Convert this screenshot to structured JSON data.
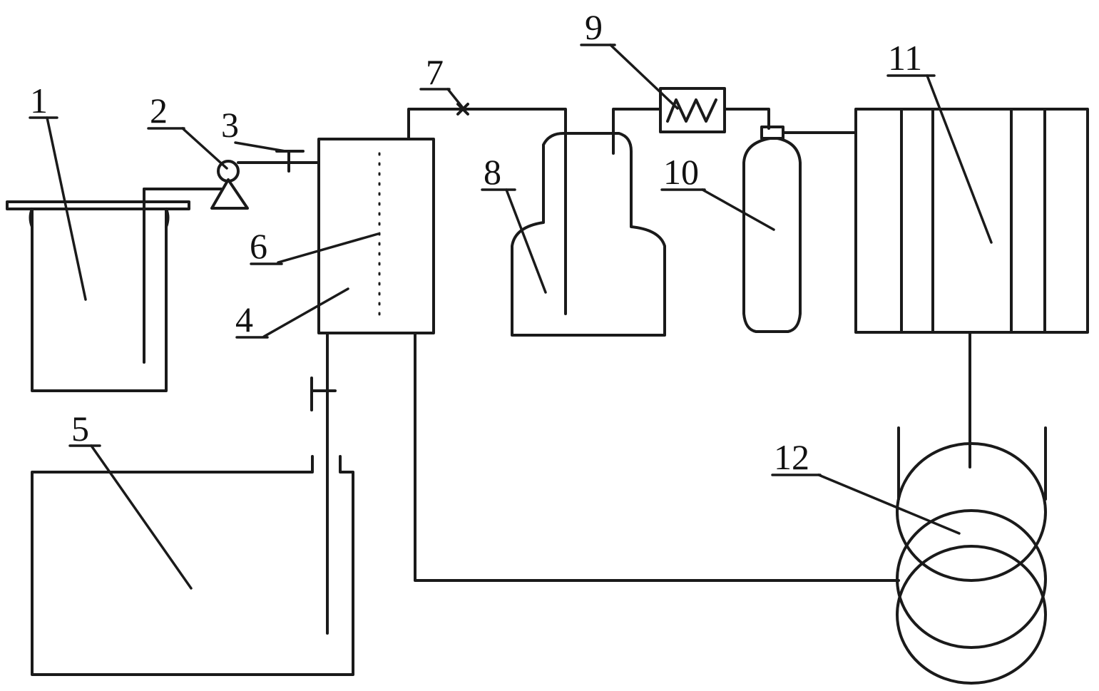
{
  "labels": {
    "c1": "1",
    "c2": "2",
    "c3": "3",
    "c4": "4",
    "c5": "5",
    "c6": "6",
    "c7": "7",
    "c8": "8",
    "c9": "9",
    "c10": "10",
    "c11": "11",
    "c12": "12"
  },
  "colors": {
    "line": "#1a1a1a",
    "background": "#ffffff"
  }
}
